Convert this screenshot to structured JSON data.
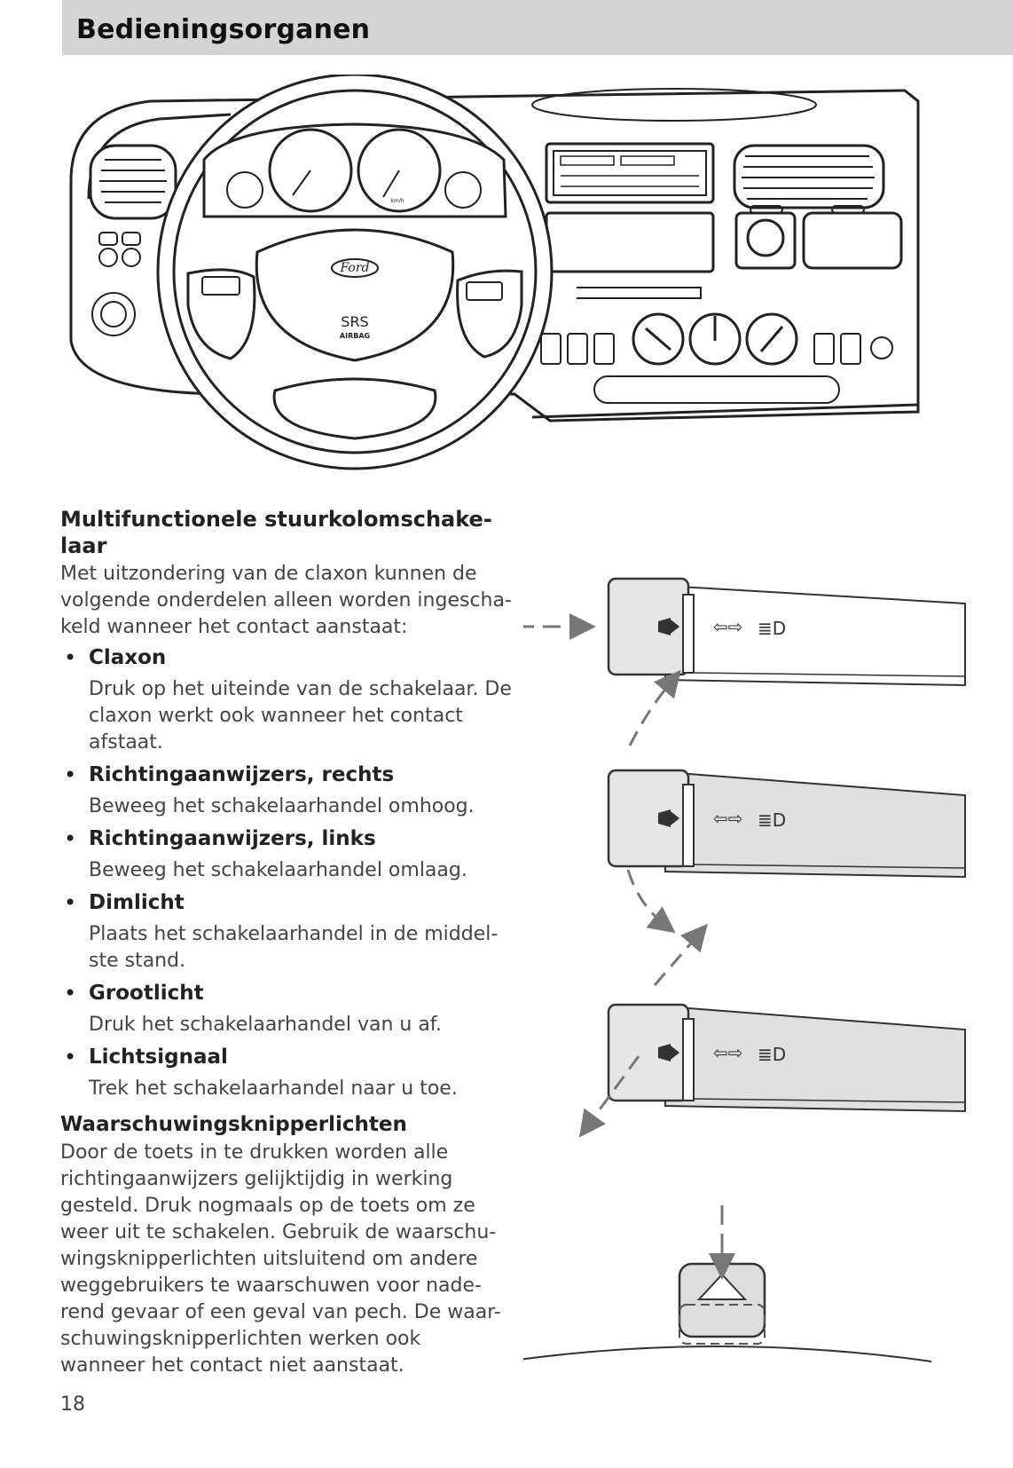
{
  "header": {
    "title": "Bedieningsorganen"
  },
  "dashboard": {
    "horn_badge": "Ford",
    "airbag_main": "SRS",
    "airbag_sub": "AIRBAG",
    "speedo_unit": "km/h"
  },
  "section1": {
    "title": "Multifunctionele stuurkolomschake-laar",
    "title_line1": "Multifunctionele stuurkolomschake-",
    "title_line2": "laar",
    "intro_lines": [
      "Met uitzondering van de claxon kunnen de",
      "volgende onderdelen alleen worden ingescha-",
      "keld wanneer het contact aanstaat:"
    ],
    "items": [
      {
        "title": "Claxon",
        "desc_lines": [
          "Druk op het uiteinde van de schakelaar. De",
          "claxon werkt ook wanneer het contact",
          "afstaat."
        ]
      },
      {
        "title": "Richtingaanwijzers, rechts",
        "desc_lines": [
          "Beweeg het schakelaarhandel omhoog."
        ]
      },
      {
        "title": "Richtingaanwijzers, links",
        "desc_lines": [
          "Beweeg het schakelaarhandel omlaag."
        ]
      },
      {
        "title": "Dimlicht",
        "desc_lines": [
          "Plaats het schakelaarhandel in de middel-",
          "ste stand."
        ]
      },
      {
        "title": "Grootlicht",
        "desc_lines": [
          "Druk het schakelaarhandel van u af."
        ]
      },
      {
        "title": "Lichtsignaal",
        "desc_lines": [
          "Trek het schakelaarhandel naar u toe."
        ]
      }
    ]
  },
  "section2": {
    "title": "Waarschuwingsknipperlichten",
    "body_lines": [
      "Door de toets in te drukken worden alle",
      "richtingaanwijzers gelijktijdig in werking",
      "gesteld. Druk nogmaals op de toets om ze",
      "weer uit te schakelen. Gebruik de waarschu-",
      "wingsknipperlichten uitsluitend om andere",
      "weggebruikers te waarschuwen voor nade-",
      "rend gevaar of een geval van pech. De waar-",
      "schuwingsknipperlichten werken ook",
      "wanneer het contact niet aanstaat."
    ]
  },
  "page_number": "18"
}
